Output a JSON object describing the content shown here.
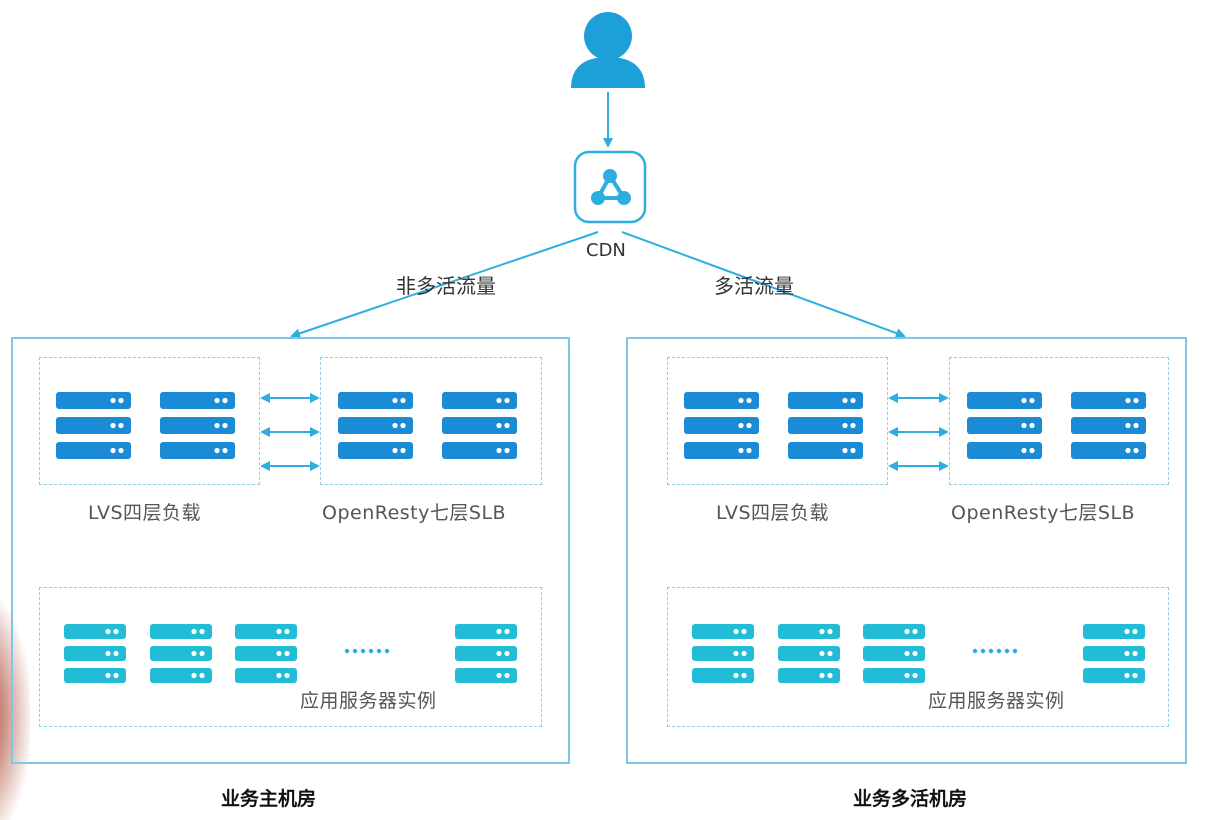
{
  "user_icon": "user-icon",
  "cdn": {
    "icon": "cdn-network-icon",
    "label": "CDN"
  },
  "flows": {
    "left": "非多活流量",
    "right": "多活流量"
  },
  "rooms": [
    {
      "title": "业务主机房",
      "lvs_label": "LVS四层负载",
      "slb_label": "OpenResty七层SLB",
      "app_label": "应用服务器实例",
      "ellipsis": "......"
    },
    {
      "title": "业务多活机房",
      "lvs_label": "LVS四层负载",
      "slb_label": "OpenResty七层SLB",
      "app_label": "应用服务器实例",
      "ellipsis": "......"
    }
  ],
  "colors": {
    "accent": "#2a9fd8",
    "server_dark": "#1b8bd6",
    "server_light": "#22bcd6",
    "line": "#2eaee0",
    "frame": "#7cc7e8"
  }
}
